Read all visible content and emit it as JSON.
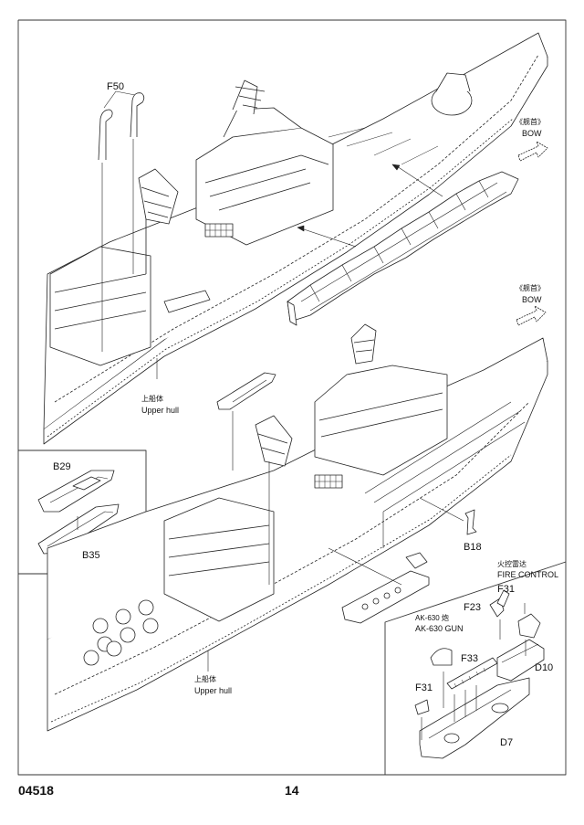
{
  "page": {
    "number": "14",
    "kit_code": "04518"
  },
  "frame_top": {
    "parts": [
      "F50"
    ],
    "bow_cn": "《舰首》",
    "bow_en": "BOW",
    "hull_cn": "上船体",
    "hull_en": "Upper hull"
  },
  "frame_inset": {
    "parts": [
      "B29",
      "B35"
    ]
  },
  "frame_bottom": {
    "parts": [
      "B18"
    ],
    "bow_cn": "《舰首》",
    "bow_en": "BOW",
    "hull_cn": "上船体",
    "hull_en": "Upper hull"
  },
  "frame_detail": {
    "fire_control_cn": "火控雷达",
    "fire_control_en": "FIRE CONTROL",
    "gun_cn": "AK-630 炮",
    "gun_en": "AK-630 GUN",
    "parts": [
      "F31",
      "F23",
      "F33",
      "F31",
      "D10",
      "D7"
    ]
  }
}
